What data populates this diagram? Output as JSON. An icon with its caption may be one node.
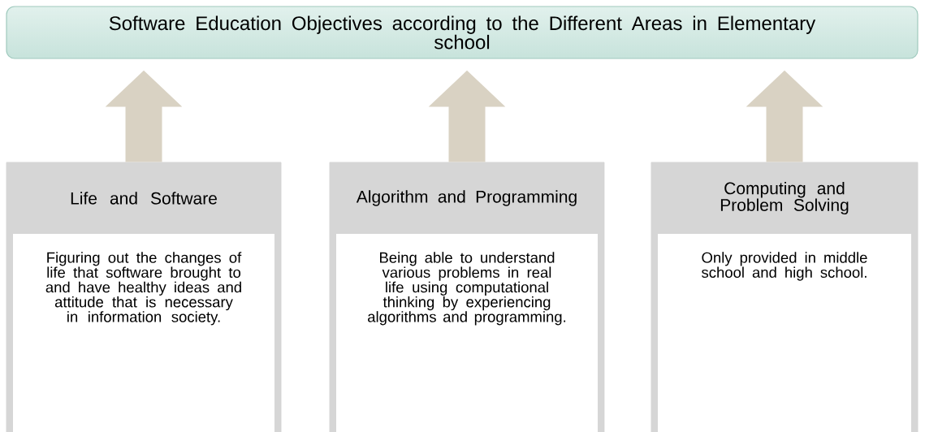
{
  "diagram": {
    "nodes": [
      {
        "text": [
          "Software Education Objectives according to the Different Areas in Elementary school"
        ]
      },
      {
        "text": [
          "Life and Software",
          "Figuring out the changes of life that software brought to and have healthy ideas and attitude that is necessary in information society."
        ]
      },
      {
        "text": [
          "Algorithm and Programming",
          "Being able to understand various problems in real life using computational thinking by experiencing algorithms and programming."
        ]
      },
      {
        "text": [
          "Computing and Problem Solving",
          "Only provided in middle school and high school."
        ]
      }
    ],
    "edges": [
      {
        "from": 1,
        "to": 0,
        "arrow": "to"
      },
      {
        "from": 2,
        "to": 0,
        "arrow": "to"
      },
      {
        "from": 3,
        "to": 0,
        "arrow": "to"
      }
    ]
  }
}
